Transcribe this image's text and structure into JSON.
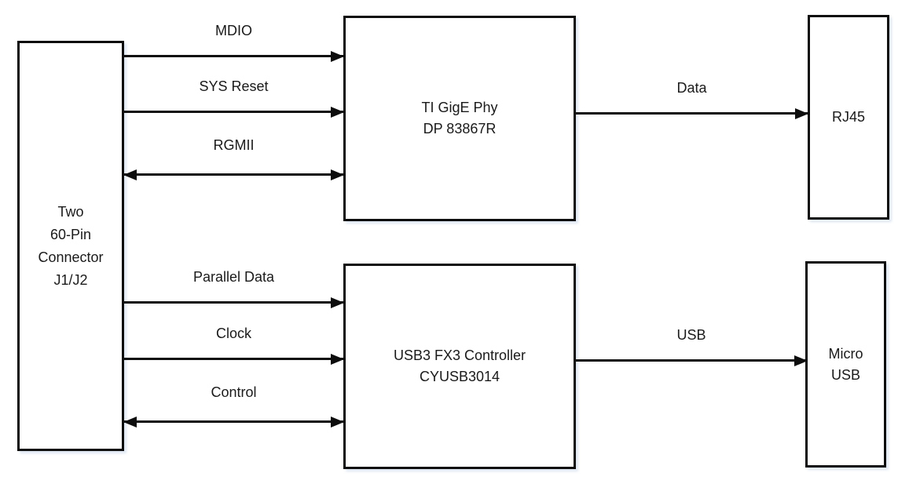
{
  "diagram": {
    "background": "#ffffff",
    "colors": {
      "line": "#0d0d0d",
      "text": "#1a1a1a"
    },
    "blocks": {
      "connector": {
        "label": "Two\n60-Pin\nConnector\nJ1/J2"
      },
      "phy": {
        "label": "TI GigE Phy\nDP 83867R"
      },
      "rj45": {
        "label": "RJ45"
      },
      "fx3": {
        "label": "USB3 FX3 Controller\nCYUSB3014"
      },
      "micro_usb": {
        "label": "Micro\nUSB"
      }
    },
    "connections": {
      "mdio": {
        "label": "MDIO",
        "from": "connector",
        "to": "phy",
        "direction": "right"
      },
      "sys_reset": {
        "label": "SYS Reset",
        "from": "connector",
        "to": "phy",
        "direction": "right"
      },
      "rgmii": {
        "label": "RGMII",
        "from": "connector",
        "to": "phy",
        "direction": "both"
      },
      "data": {
        "label": "Data",
        "from": "phy",
        "to": "rj45",
        "direction": "right"
      },
      "parallel_data": {
        "label": "Parallel Data",
        "from": "connector",
        "to": "fx3",
        "direction": "right"
      },
      "clock": {
        "label": "Clock",
        "from": "connector",
        "to": "fx3",
        "direction": "right"
      },
      "control": {
        "label": "Control",
        "from": "connector",
        "to": "fx3",
        "direction": "both"
      },
      "usb": {
        "label": "USB",
        "from": "fx3",
        "to": "micro_usb",
        "direction": "right"
      }
    }
  }
}
